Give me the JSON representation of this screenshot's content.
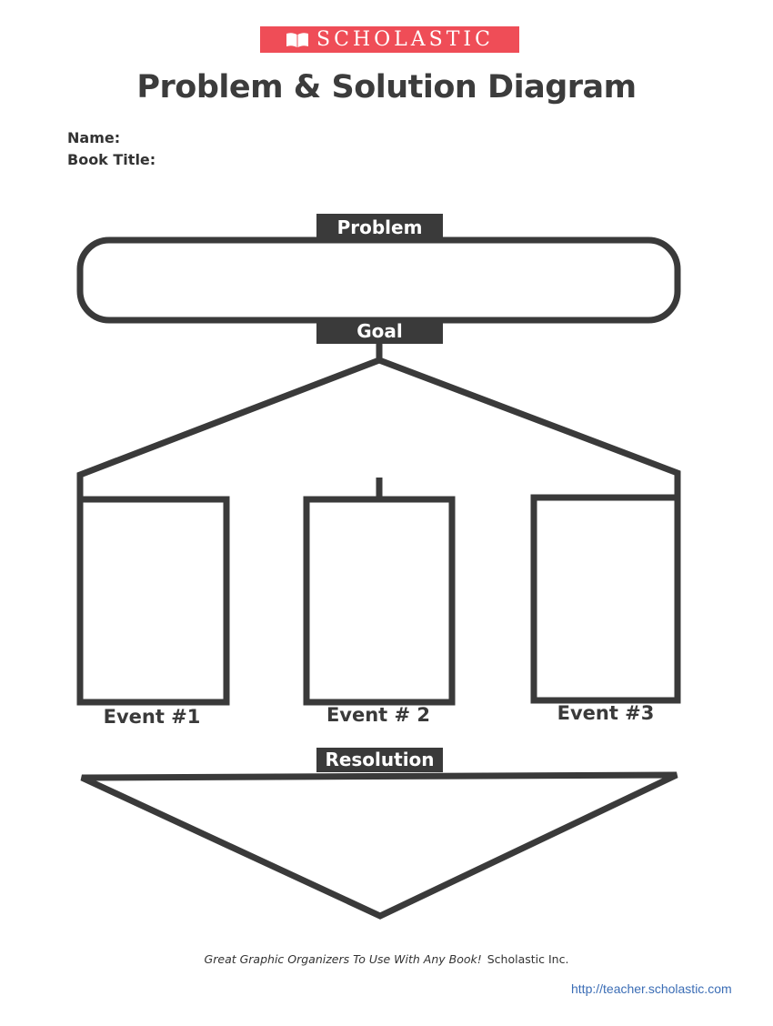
{
  "logo": {
    "text": "SCHOLASTIC",
    "icon": "open-book-icon",
    "color": "#ef4d57"
  },
  "title": "Problem & Solution Diagram",
  "fields": {
    "name_label": "Name:",
    "book_title_label": "Book Title:"
  },
  "diagram": {
    "problem_label": "Problem",
    "goal_label": "Goal",
    "events": [
      "Event #1",
      "Event # 2",
      "Event #3"
    ],
    "resolution_label": "Resolution"
  },
  "footer": {
    "tagline": "Great Graphic Organizers To Use With Any Book!",
    "publisher": "Scholastic Inc.",
    "url": "http://teacher.scholastic.com"
  }
}
